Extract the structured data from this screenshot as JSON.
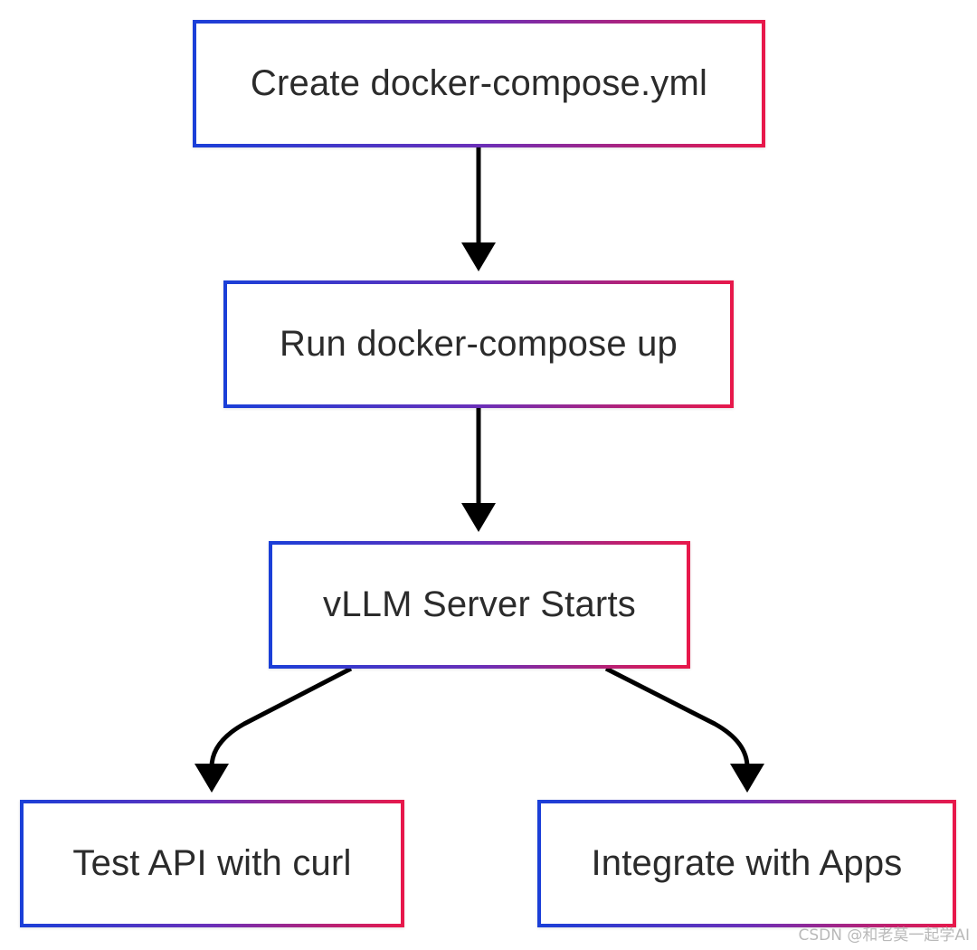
{
  "diagram": {
    "nodes": [
      {
        "id": "create-compose",
        "label": "Create docker-compose.yml"
      },
      {
        "id": "run-compose",
        "label": "Run docker-compose up"
      },
      {
        "id": "server-starts",
        "label": "vLLM Server Starts"
      },
      {
        "id": "test-api",
        "label": "Test API with curl"
      },
      {
        "id": "integrate-apps",
        "label": "Integrate with Apps"
      }
    ],
    "edges": [
      {
        "from": "create-compose",
        "to": "run-compose"
      },
      {
        "from": "run-compose",
        "to": "server-starts"
      },
      {
        "from": "server-starts",
        "to": "test-api"
      },
      {
        "from": "server-starts",
        "to": "integrate-apps"
      }
    ],
    "colors": {
      "border_start": "#1a3fd8",
      "border_end": "#e8184a",
      "arrow": "#000000",
      "text": "#2b2b2b"
    }
  },
  "watermark": "CSDN @和老莫一起学AI"
}
